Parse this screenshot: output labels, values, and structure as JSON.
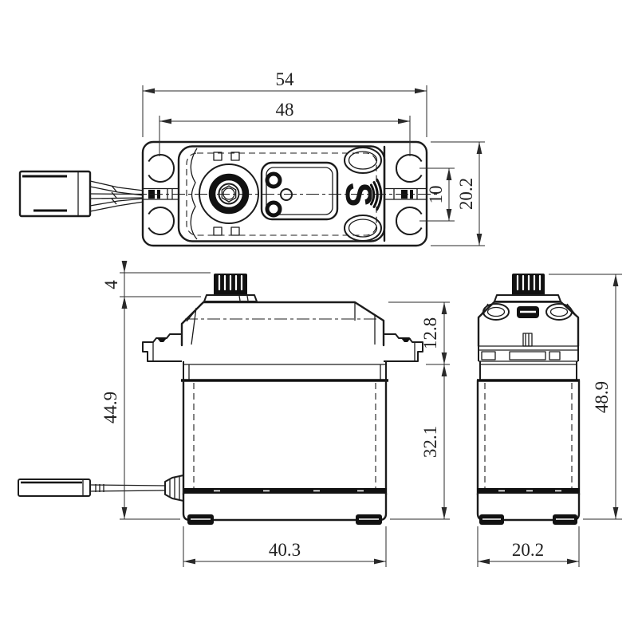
{
  "drawing": {
    "type": "technical-dimension-drawing",
    "subject": "RC servo three-view drawing",
    "units": "mm",
    "logo_letter": "S",
    "dims": {
      "top_overall_width": "54",
      "top_mount_span": "48",
      "top_hole_spacing": "10",
      "top_depth": "20.2",
      "shaft_height": "4",
      "total_body_height": "44.9",
      "upper_section_height": "12.8",
      "lower_section_height": "32.1",
      "case_width": "40.3",
      "side_width": "20.2",
      "overall_height": "48.9"
    }
  }
}
